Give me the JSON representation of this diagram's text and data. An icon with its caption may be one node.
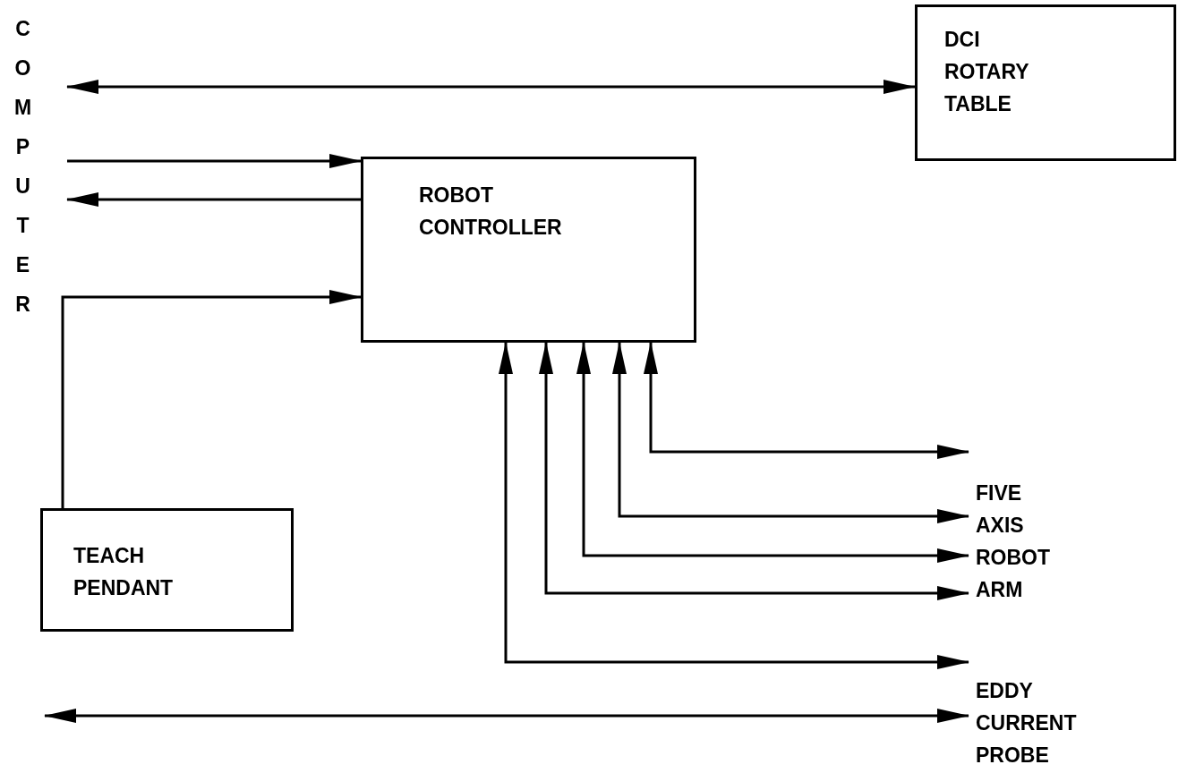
{
  "diagram": {
    "nodes": [
      {
        "text": [
          "COMPUTER"
        ]
      },
      {
        "text": [
          "DCI ROTARY TABLE"
        ]
      },
      {
        "text": [
          "ROBOT CONTROLLER"
        ]
      },
      {
        "text": [
          "TEACH PENDANT"
        ]
      },
      {
        "text": [
          "FIVE AXIS ROBOT ARM"
        ]
      },
      {
        "text": [
          "EDDY CURRENT PROBE"
        ]
      }
    ],
    "edges": [
      {
        "from": 0,
        "to": 1,
        "arrow": "both"
      },
      {
        "from": 0,
        "to": 2,
        "arrow": "to"
      },
      {
        "from": 2,
        "to": 0,
        "arrow": "to"
      },
      {
        "from": 3,
        "to": 2,
        "arrow": "to"
      },
      {
        "from": 2,
        "to": 4,
        "arrow": "both"
      },
      {
        "from": 2,
        "to": 4,
        "arrow": "both"
      },
      {
        "from": 2,
        "to": 4,
        "arrow": "both"
      },
      {
        "from": 2,
        "to": 4,
        "arrow": "both"
      },
      {
        "from": 2,
        "to": 5,
        "arrow": "both"
      },
      {
        "from": null,
        "to": 5,
        "arrow": "both"
      }
    ]
  }
}
